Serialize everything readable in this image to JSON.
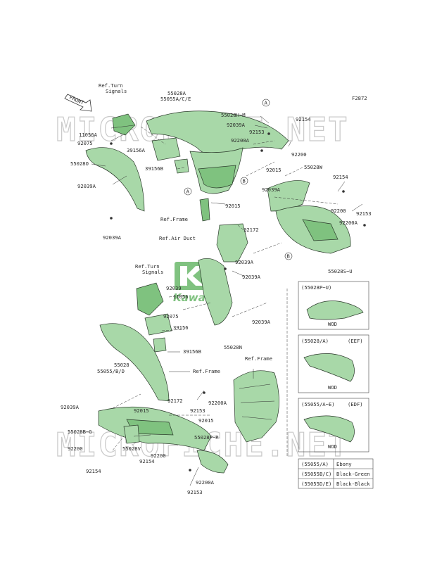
{
  "figure_code": "F2872",
  "watermark_top": "MICROFICHE.NET",
  "watermark_bottom": "MICROFICHE.NET",
  "front_arrow": "FRONT",
  "logo_text": "Kawasaki",
  "refs": {
    "turn_signals_top": [
      "Ref.Turn",
      "Signals"
    ],
    "frame_top": "Ref.Frame",
    "air_duct": "Ref.Air Duct",
    "turn_signals_mid": [
      "Ref.Turn",
      "Signals"
    ],
    "frame_mid": "Ref.Frame",
    "frame_bottom": "Ref.Frame"
  },
  "part_labels": {
    "p55028A": "55028A",
    "p55055ACE": "55055A/C/E",
    "p55028HM": "55028H~M",
    "p92039A_1": "92039A",
    "p92153_1": "92153",
    "p92154_1": "92154",
    "p11056A": "11056A",
    "p92075_1": "92075",
    "p39156A": "39156A",
    "p92200A_1": "92200A",
    "p92200_1": "92200",
    "p55028O": "55028O",
    "p39156B_1": "39156B",
    "p92015_1": "92015",
    "p92039A_2": "92039A",
    "p92015_2": "92015",
    "p92039A_3": "92039A",
    "p55028W": "55028W",
    "p92154_2": "92154",
    "p92039A_4": "92039A",
    "p92200_2": "92200",
    "p92153_2": "92153",
    "p92172_1": "92172",
    "p92200A_2": "92200A",
    "p92039A_5": "92039A",
    "p55028SU": "55028S~U",
    "p92039_1": "92039",
    "p92039A_6": "92039A",
    "p11056": "11056",
    "p92075_2": "92075",
    "p92039A_7": "92039A",
    "p39156": "39156",
    "p55028N": "55028N",
    "p39156B_2": "39156B",
    "p55028": "55028",
    "p55055BD": "55055/B/D",
    "p92172_2": "92172",
    "p92200A_3": "92200A",
    "p92039A_8": "92039A",
    "p92015_3": "92015",
    "p92153_3": "92153",
    "p92015_4": "92015",
    "p55028BG": "55028B~G",
    "p55028PR": "55028P~R",
    "p92200_3": "92200",
    "p55028V": "55028V",
    "p92200_4": "92200",
    "p92154_3": "92154",
    "p92154_4": "92154",
    "p92200A_4": "92200A",
    "p92153_4": "92153"
  },
  "callouts": {
    "a1": "A",
    "a2": "A",
    "b1": "B",
    "b2": "B"
  },
  "variants": [
    {
      "label": "(55028P~U)",
      "extra": "",
      "caption": "WOD"
    },
    {
      "label": "(55028/A)",
      "extra": "(EEF)",
      "caption": "WOD"
    },
    {
      "label": "(55055/A~E)",
      "extra": "(EDF)",
      "caption": "WOD"
    }
  ],
  "color_table": [
    {
      "code": "(55055/A)",
      "color": "Ebony"
    },
    {
      "code": "(55055B/C)",
      "color": "Black-Green"
    },
    {
      "code": "(55055D/E)",
      "color": "Black-Black"
    }
  ],
  "colors": {
    "part_fill": "#a8d8a8",
    "part_dark": "#7fc27f",
    "logo": "#6ab86a"
  }
}
